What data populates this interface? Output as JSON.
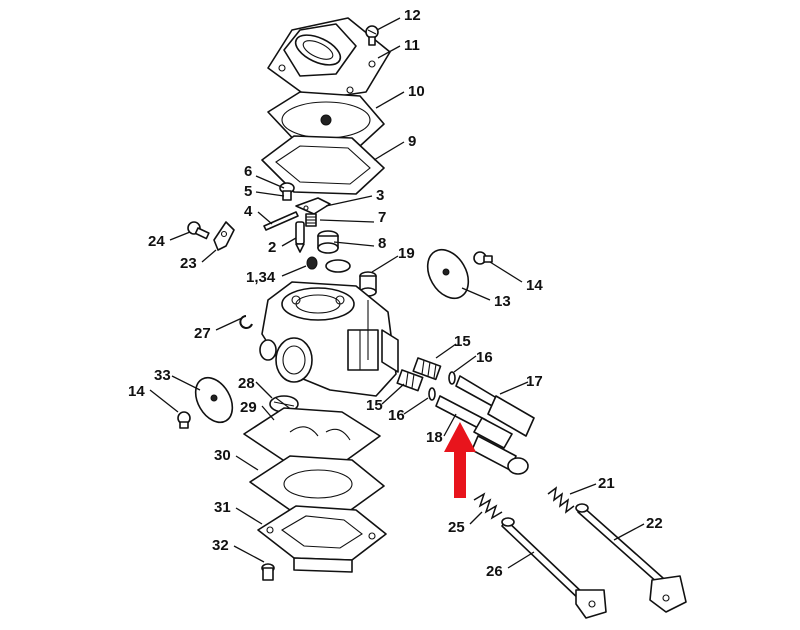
{
  "diagram": {
    "callouts": [
      {
        "id": "12",
        "label": "12"
      },
      {
        "id": "11",
        "label": "11"
      },
      {
        "id": "10",
        "label": "10"
      },
      {
        "id": "9",
        "label": "9"
      },
      {
        "id": "6",
        "label": "6"
      },
      {
        "id": "5",
        "label": "5"
      },
      {
        "id": "3",
        "label": "3"
      },
      {
        "id": "4",
        "label": "4"
      },
      {
        "id": "7",
        "label": "7"
      },
      {
        "id": "24",
        "label": "24"
      },
      {
        "id": "2",
        "label": "2"
      },
      {
        "id": "8",
        "label": "8"
      },
      {
        "id": "23",
        "label": "23"
      },
      {
        "id": "1_34",
        "label": "1,34"
      },
      {
        "id": "19",
        "label": "19"
      },
      {
        "id": "14a",
        "label": "14"
      },
      {
        "id": "13",
        "label": "13"
      },
      {
        "id": "27",
        "label": "27"
      },
      {
        "id": "15a",
        "label": "15"
      },
      {
        "id": "16a",
        "label": "16"
      },
      {
        "id": "33",
        "label": "33"
      },
      {
        "id": "17",
        "label": "17"
      },
      {
        "id": "28",
        "label": "28"
      },
      {
        "id": "14b",
        "label": "14"
      },
      {
        "id": "15b",
        "label": "15"
      },
      {
        "id": "16b",
        "label": "16"
      },
      {
        "id": "29",
        "label": "29"
      },
      {
        "id": "18",
        "label": "18"
      },
      {
        "id": "30",
        "label": "30"
      },
      {
        "id": "21",
        "label": "21"
      },
      {
        "id": "31",
        "label": "31"
      },
      {
        "id": "25",
        "label": "25"
      },
      {
        "id": "22",
        "label": "22"
      },
      {
        "id": "32",
        "label": "32"
      },
      {
        "id": "26",
        "label": "26"
      }
    ],
    "pointer_arrow_color": "#e8141c",
    "line_color": "#111111",
    "background_color": "#ffffff"
  }
}
